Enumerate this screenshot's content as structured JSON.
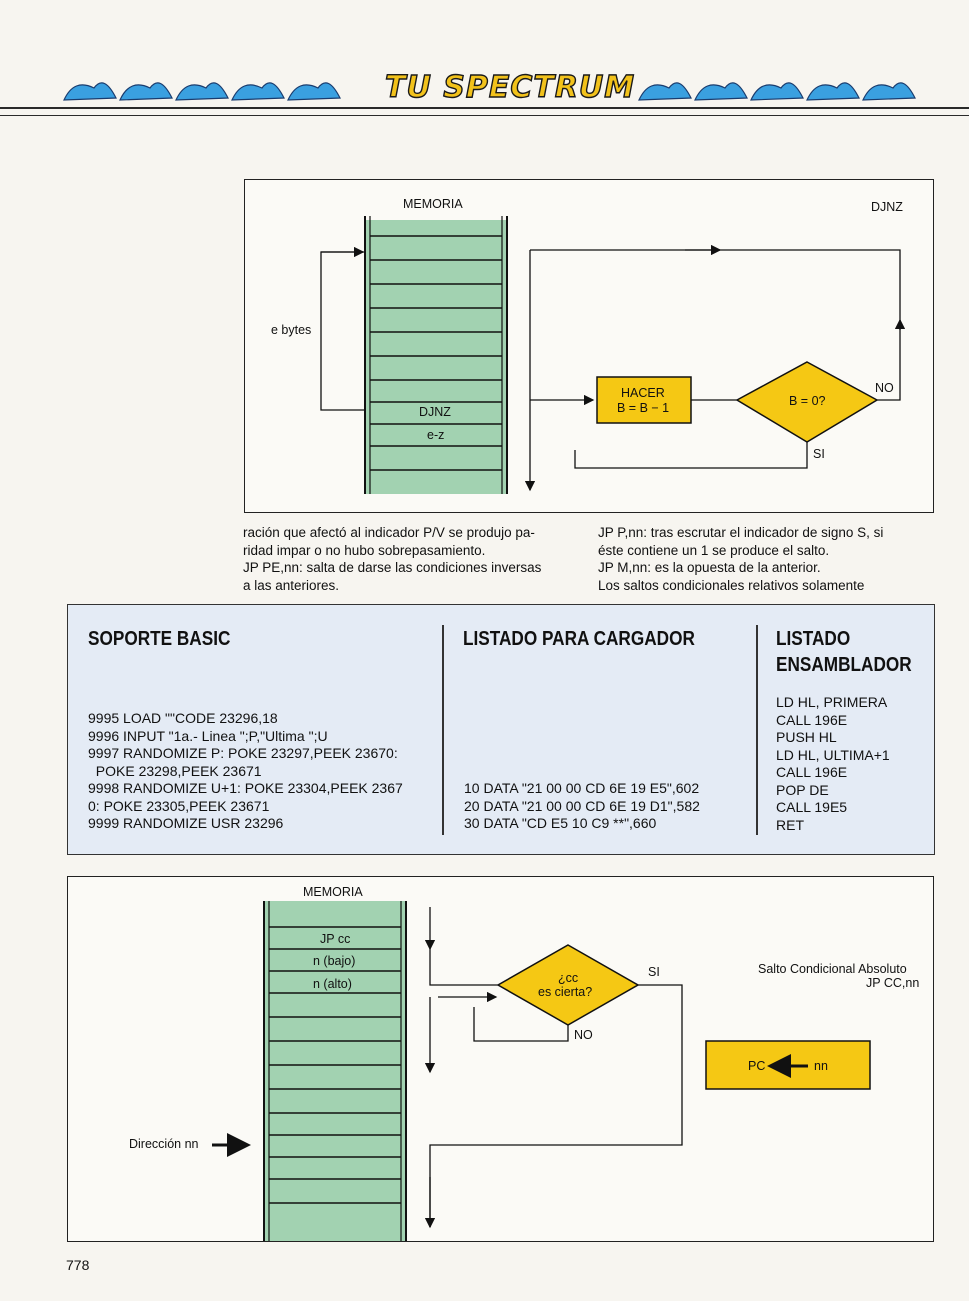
{
  "header": {
    "title": "TU SPECTRUM"
  },
  "figure1": {
    "memoria_label": "MEMORIA",
    "djnz_corner": "DJNZ",
    "e_bytes": "e bytes",
    "djnz_cell": "DJNZ",
    "ez_cell": "e-z",
    "hacer_box": [
      "HACER",
      "B = B − 1"
    ],
    "decision": "B = 0?",
    "no_label": "NO",
    "si_label": "SI"
  },
  "text_left": [
    "ración que afectó al indicador P/V se produjo pa-",
    "ridad impar o no hubo sobrepasamiento.",
    "JP PE,nn: salta de darse las condiciones inversas",
    "a las anteriores."
  ],
  "text_right": [
    "JP P,nn: tras escrutar el indicador de signo S, si",
    "éste contiene un 1 se produce el salto.",
    "JP M,nn: es la opuesta de la anterior.",
    "Los saltos condicionales relativos solamente"
  ],
  "listing": {
    "basic_title": "SOPORTE BASIC",
    "basic_lines": [
      "9995  LOAD \"\"CODE 23296,18",
      "9996  INPUT \"1a.- Linea \";P,\"Ultima \";U",
      "9997  RANDOMIZE P: POKE 23297,PEEK 23670:",
      "  POKE 23298,PEEK 23671",
      "9998  RANDOMIZE U+1: POKE 23304,PEEK 2367",
      "0: POKE 23305,PEEK 23671",
      "9999  RANDOMIZE USR 23296"
    ],
    "loader_title": "LISTADO PARA CARGADOR",
    "loader_lines": [
      "10  DATA \"21 00 00 CD 6E 19 E5\",602",
      "20  DATA \"21 00 00 CD 6E 19 D1\",582",
      "30  DATA \"CD E5 10 C9 **\",660"
    ],
    "asm_title": [
      "LISTADO",
      "ENSAMBLADOR"
    ],
    "asm_lines": [
      "LD HL, PRIMERA",
      "CALL 196E",
      "PUSH HL",
      "LD HL, ULTIMA+1",
      "CALL 196E",
      "POP DE",
      "CALL 19E5",
      "RET"
    ]
  },
  "figure2": {
    "memoria_label": "MEMORIA",
    "cells": [
      "JP cc",
      "n (bajo)",
      "n (alto)"
    ],
    "decision": [
      "¿cc",
      "es cierta?"
    ],
    "si_label": "SI",
    "no_label": "NO",
    "caption": [
      "Salto Condicional Absoluto",
      "JP CC,nn"
    ],
    "pc_box": [
      "PC",
      "nn"
    ],
    "direccion": "Dirección nn"
  },
  "page_number": "778",
  "colors": {
    "green": "#9fcfae",
    "yellow": "#f5c814",
    "blue_panel": "#e4ebf5"
  }
}
